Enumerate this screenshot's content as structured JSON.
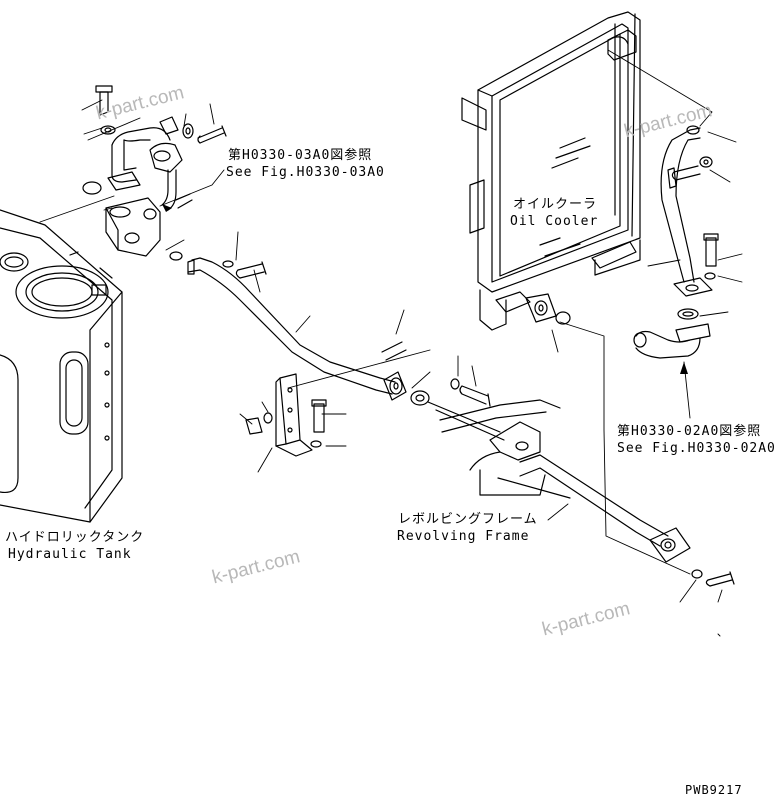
{
  "labels": {
    "ref_03a0_jp": "第H0330-03A0図参照",
    "ref_03a0_en": "See Fig.H0330-03A0",
    "oil_cooler_jp": "オイルクーラ",
    "oil_cooler_en": "Oil Cooler",
    "ref_02a0_jp": "第H0330-02A0図参照",
    "ref_02a0_en": "See Fig.H0330-02A0",
    "revolving_frame_jp": "レボルビングフレーム",
    "revolving_frame_en": "Revolving Frame",
    "hydraulic_tank_jp": "ハイドロリックタンク",
    "hydraulic_tank_en": "Hydraulic Tank"
  },
  "watermarks": [
    "k-part.com",
    "k-part.com",
    "k-part.com",
    "k-part.com"
  ],
  "drawing_code": "PWB9217",
  "colors": {
    "line": "#000000",
    "watermark": "#b8b8b8",
    "background": "#ffffff"
  }
}
